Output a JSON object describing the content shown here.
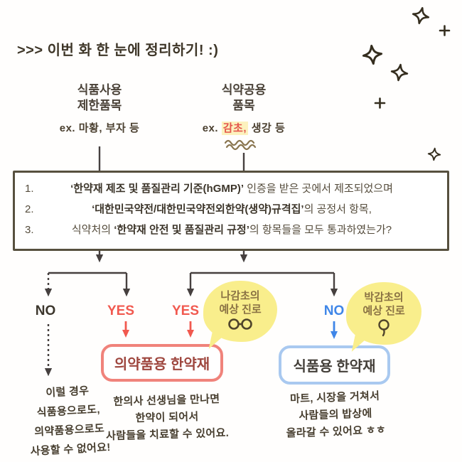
{
  "header": {
    "title": ">>> 이번 화 한 눈에 정리하기! :)"
  },
  "categories": {
    "left": {
      "title_lines": [
        "식품사용",
        "제한품목"
      ],
      "example": "ex. 마황, 부자 등"
    },
    "right": {
      "title_lines": [
        "식약공용",
        "품목"
      ],
      "example_prefix": "ex. ",
      "example_highlight": "감초,",
      "example_rest": " 생강 등"
    }
  },
  "criteria_box": {
    "items": [
      {
        "number": "1.",
        "segments": [
          {
            "text": "‘한약재 제조 및 품질관리 기준(hGMP)’",
            "bold": true
          },
          {
            "text": " 인증을 받은 곳에서 제조되었으며",
            "bold": false
          }
        ]
      },
      {
        "number": "2.",
        "segments": [
          {
            "text": "‘대한민국약전/대한민국약전외한약(생약)규격집’",
            "bold": true
          },
          {
            "text": "의 공정서 항목,",
            "bold": false
          }
        ]
      },
      {
        "number": "3.",
        "segments": [
          {
            "text": "식약처의 ",
            "bold": false
          },
          {
            "text": "‘한약재 안전 및 품질관리 규정’",
            "bold": true
          },
          {
            "text": "의 항목들을 모두 통과하였는가?",
            "bold": false
          }
        ]
      }
    ]
  },
  "flow": {
    "left_no": "NO",
    "left_yes": "YES",
    "right_yes": "YES",
    "right_no": "NO"
  },
  "bubbles": {
    "left": {
      "lines": [
        "나감초의",
        "예상 진로"
      ],
      "icon": "glasses-icon"
    },
    "right": {
      "lines": [
        "박감초의",
        "예상 진로"
      ],
      "icon": "monocle-icon"
    }
  },
  "results": {
    "medicine": {
      "label": "의약품용 한약재"
    },
    "food": {
      "label": "식품용 한약재"
    }
  },
  "notes": {
    "no_path": [
      "이럴 경우",
      "식품용으로도,",
      "의약품용으로도",
      "사용할 수 없어요!"
    ],
    "medicine_note": [
      "한의사 선생님을 만나면",
      "한약이 되어서",
      "사람들을 치료할 수 있어요."
    ],
    "food_note": [
      "마트, 시장을 거쳐서",
      "사람들의 밥상에",
      "올라갈 수 있어요 ㅎㅎ"
    ]
  },
  "icons": {
    "decorations": [
      "sparkle-icon",
      "plus-icon"
    ],
    "left_bubble": "glasses-icon",
    "right_bubble": "monocle-icon",
    "highlight_mark": "wavy-underline-icon"
  },
  "colors": {
    "ink": "#453D30",
    "yes_red": "#F1594F",
    "no_blue": "#3F86E8",
    "bubble_yellow": "#F9EE8C",
    "highlight_yellow": "#FCF2BE",
    "highlight_text_red": "#E4554C",
    "medicine_border": "#F0837B",
    "medicine_text": "#9E463E",
    "food_border": "#A9C9F0",
    "food_text": "#44403A"
  }
}
